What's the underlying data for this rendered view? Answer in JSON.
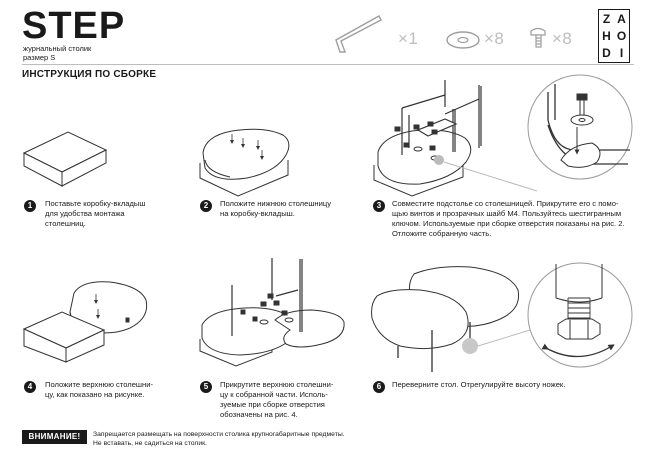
{
  "header": {
    "title": "STEP",
    "subtitle_line1": "журнальный столик",
    "subtitle_line2": "размер S",
    "logo_letters": [
      "Z",
      "A",
      "H",
      "O",
      "D",
      "I"
    ]
  },
  "parts": [
    {
      "icon": "hex-key-icon",
      "qty": "×1"
    },
    {
      "icon": "washer-icon",
      "qty": "×8"
    },
    {
      "icon": "screw-icon",
      "qty": "×8"
    }
  ],
  "section_title": "ИНСТРУКЦИЯ ПО СБОРКЕ",
  "steps": [
    {
      "num": "1",
      "lines": [
        "Поставьте коробку-вкладыш",
        "для удобства монтажа",
        "столешниц."
      ]
    },
    {
      "num": "2",
      "lines": [
        "Положите нижнюю столешницу",
        "на коробку-вкладыш."
      ]
    },
    {
      "num": "3",
      "lines": [
        "Совместите подстолье со столешницей. Прикрутите его с помо-",
        "щью винтов и прозрачных шайб М4. Пользуйтесь шестигранным",
        "ключом. Используемые при сборке отверстия показаны на рис. 2.",
        "Отложите собранную часть."
      ]
    },
    {
      "num": "4",
      "lines": [
        "Положите верхнюю столешни-",
        "цу, как показано на рисунке."
      ]
    },
    {
      "num": "5",
      "lines": [
        "Прикрутите верхнюю столешни-",
        "цу к собранной части. Исполь-",
        "зуемые при сборке отверстия",
        "обозначены на рис. 4."
      ]
    },
    {
      "num": "6",
      "lines": [
        "Переверните стол. Отрегулируйте высоту ножек."
      ]
    }
  ],
  "warning": {
    "badge": "ВНИМАНИЕ!",
    "line1": "Запрещается размещать на поверхности столика крупногабаритные предметы.",
    "line2": "Не вставать, не садиться на столик."
  }
}
